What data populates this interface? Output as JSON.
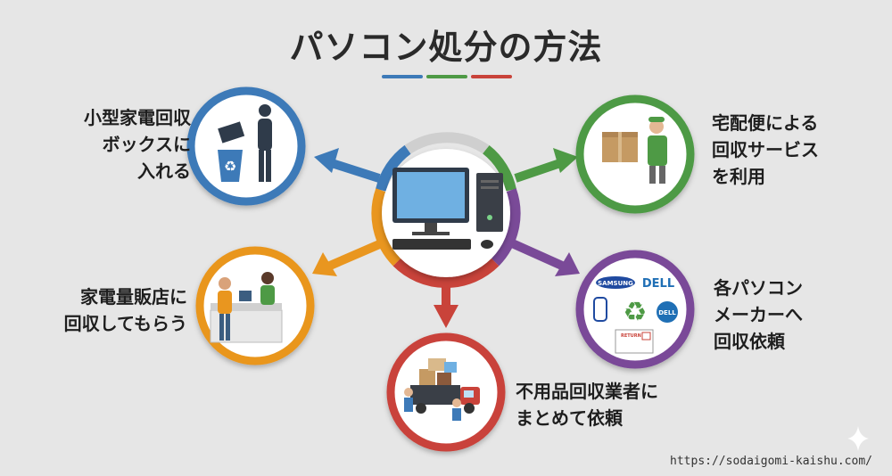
{
  "title": "パソコン処分の方法",
  "colors": {
    "blue": "#3d7ab8",
    "green": "#4e9a45",
    "orange": "#e9961f",
    "purple": "#7a4a98",
    "red": "#c9433a"
  },
  "methods": [
    {
      "lines": [
        "小型家電回収",
        "ボックスに",
        "入れる"
      ]
    },
    {
      "lines": [
        "宅配便による",
        "回収サービス",
        "を利用"
      ]
    },
    {
      "lines": [
        "家電量販店に",
        "回収してもらう"
      ]
    },
    {
      "lines": [
        "各パソコン",
        "メーカーへ",
        "回収依頼"
      ]
    },
    {
      "lines": [
        "不用品回収業者に",
        "まとめて依頼"
      ]
    }
  ],
  "logos": {
    "samsung": "SAMSUNG",
    "dell": "DELL",
    "return": "RETURN"
  },
  "url": "https://sodaigomi-kaishu.com/"
}
